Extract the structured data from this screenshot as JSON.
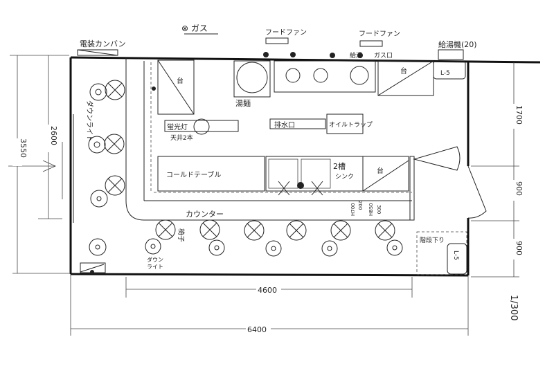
{
  "legend": {
    "gas": "⊗ ガス"
  },
  "labels": {
    "sign": "電装カンバン",
    "hood_fan_1": "フードファン",
    "hood_fan_2": "フードファン",
    "water_heater": "給湯機(20)",
    "gas_outlet": "ガス口",
    "hot_water": "給湯",
    "table_1": "台",
    "table_2": "台",
    "table_3": "台",
    "noodle_boiler": "湯麺",
    "fluorescent": "蛍光灯",
    "fluorescent_note": "天井2本",
    "drain": "排水口",
    "oil_trap": "オイルトラップ",
    "cold_table": "コールドテーブル",
    "sink": "2槽",
    "sink_2": "シンク",
    "counter": "カウンター",
    "chairs": "椅子",
    "downlight_left": "ダウンライト",
    "downlight_bottom_1": "ダウン",
    "downlight_bottom_2": "ライト",
    "stairs": "階段下り",
    "l5_top": "L-5",
    "l5_bottom": "L-5",
    "h850": "H850",
    "h700": "H700",
    "dim_200": "200",
    "dim_300": "300"
  },
  "dimensions": {
    "total_height": "3550",
    "inner_height": "2600",
    "right_top": "1700",
    "right_mid": "900",
    "right_bottom": "900",
    "counter_width": "4600",
    "total_width": "6400",
    "scale": "1/300"
  }
}
